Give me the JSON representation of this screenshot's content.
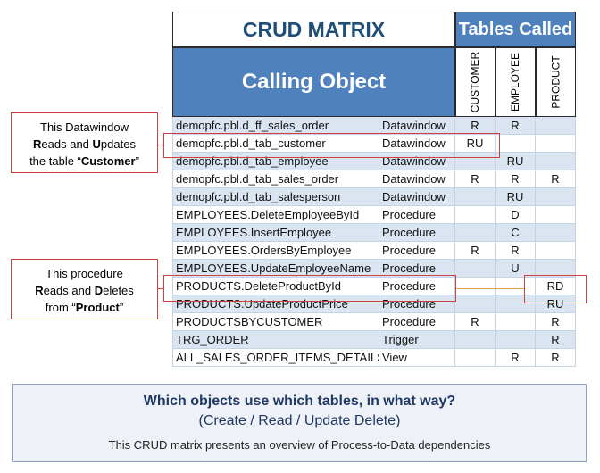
{
  "matrix": {
    "title": "CRUD MATRIX",
    "tables_called": "Tables Called",
    "calling_object": "Calling Object",
    "columns": [
      "CUSTOMER",
      "EMPLOYEE",
      "PRODUCT"
    ],
    "rows": [
      {
        "name": "demopfc.pbl.d_ff_sales_order",
        "type": "Datawindow",
        "customer": "R",
        "employee": "R",
        "product": ""
      },
      {
        "name": "demopfc.pbl.d_tab_customer",
        "type": "Datawindow",
        "customer": "RU",
        "employee": "",
        "product": ""
      },
      {
        "name": "demopfc.pbl.d_tab_employee",
        "type": "Datawindow",
        "customer": "",
        "employee": "RU",
        "product": ""
      },
      {
        "name": "demopfc.pbl.d_tab_sales_order",
        "type": "Datawindow",
        "customer": "R",
        "employee": "R",
        "product": "R"
      },
      {
        "name": "demopfc.pbl.d_tab_salesperson",
        "type": "Datawindow",
        "customer": "",
        "employee": "RU",
        "product": ""
      },
      {
        "name": "EMPLOYEES.DeleteEmployeeById",
        "type": "Procedure",
        "customer": "",
        "employee": "D",
        "product": ""
      },
      {
        "name": "EMPLOYEES.InsertEmployee",
        "type": "Procedure",
        "customer": "",
        "employee": "C",
        "product": ""
      },
      {
        "name": "EMPLOYEES.OrdersByEmployee",
        "type": "Procedure",
        "customer": "R",
        "employee": "R",
        "product": ""
      },
      {
        "name": "EMPLOYEES.UpdateEmployeeName",
        "type": "Procedure",
        "customer": "",
        "employee": "U",
        "product": ""
      },
      {
        "name": "PRODUCTS.DeleteProductById",
        "type": "Procedure",
        "customer": "",
        "employee": "",
        "product": "RD"
      },
      {
        "name": "PRODUCTS.UpdateProductPrice",
        "type": "Procedure",
        "customer": "",
        "employee": "",
        "product": "RU"
      },
      {
        "name": "PRODUCTSBYCUSTOMER",
        "type": "Procedure",
        "customer": "R",
        "employee": "",
        "product": "R"
      },
      {
        "name": "TRG_ORDER",
        "type": "Trigger",
        "customer": "",
        "employee": "",
        "product": "R"
      },
      {
        "name": "ALL_SALES_ORDER_ITEMS_DETAILS",
        "type": "View",
        "customer": "",
        "employee": "R",
        "product": "R"
      }
    ]
  },
  "callouts": {
    "datawindow": {
      "line1": "This Datawindow",
      "line2_r": "R",
      "line2_a": "eads and ",
      "line2_u": "U",
      "line2_b": "pdates",
      "line3_a": "the table “",
      "line3_b": "Customer",
      "line3_c": "”"
    },
    "procedure": {
      "line1": "This procedure",
      "line2_r": "R",
      "line2_a": "eads and ",
      "line2_d": "D",
      "line2_b": "eletes",
      "line3_a": "from  “",
      "line3_b": "Product",
      "line3_c": "”"
    }
  },
  "banner": {
    "heading": "Which objects use which tables, in what way?",
    "subheading": "(Create / Read / Update Delete)",
    "description": "This CRUD matrix presents an overview of Process-to-Data dependencies"
  },
  "colors": {
    "header_blue": "#4f81bd",
    "title_text": "#1f4e79",
    "band_blue": "#dbe5f1",
    "callout_red": "#d04040",
    "connector_orange": "#e3a34c"
  }
}
